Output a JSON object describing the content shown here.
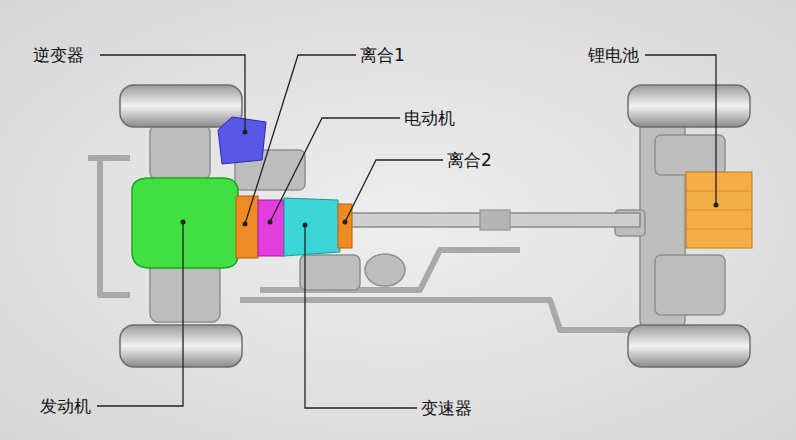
{
  "diagram": {
    "labels": [
      "逆变器",
      "离合1",
      "电动机",
      "离合2",
      "锂电池",
      "发动机",
      "变速器"
    ]
  }
}
